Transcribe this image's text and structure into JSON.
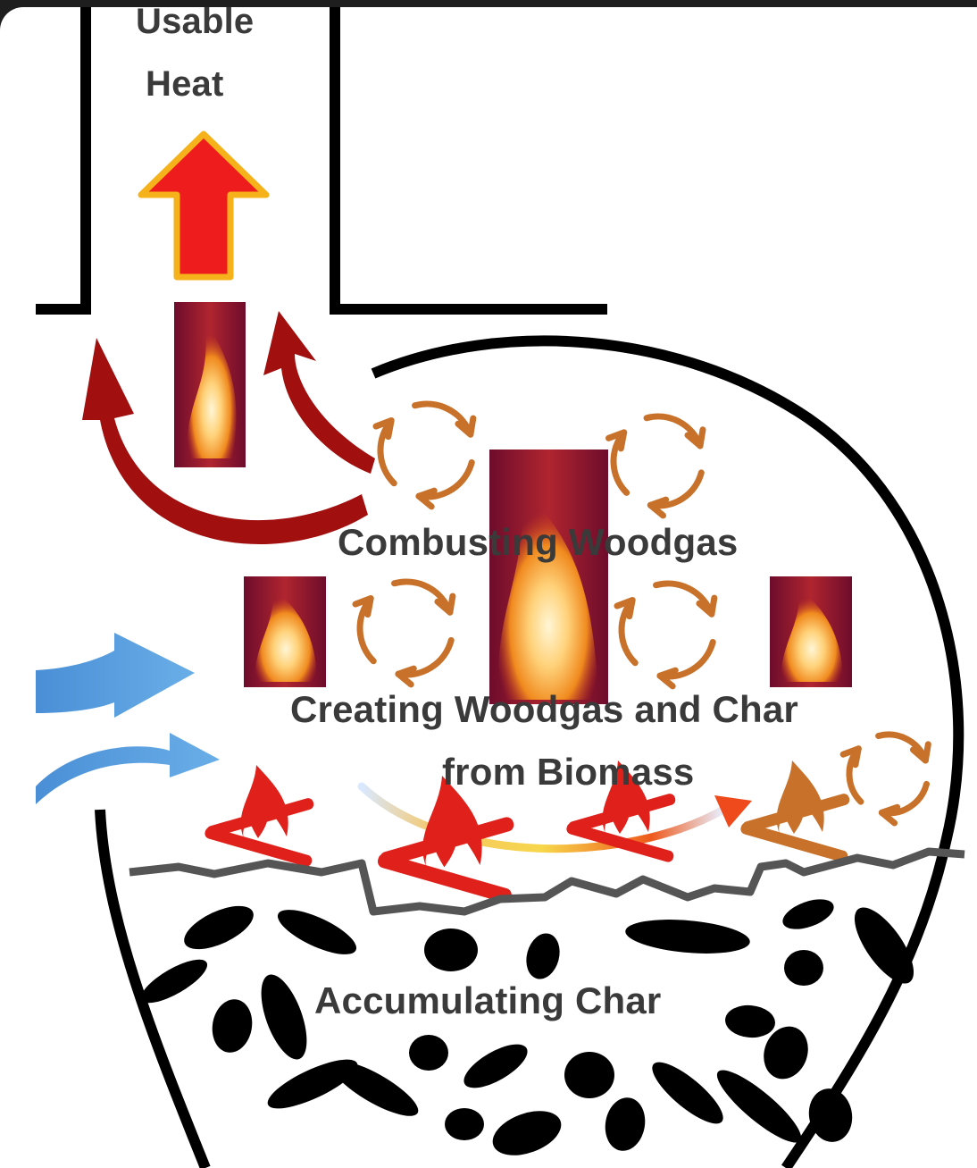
{
  "labels": {
    "usable_heat_line1": "Usable",
    "usable_heat_line2": "Heat",
    "combusting_woodgas": "Combusting Woodgas",
    "creating_line1": "Creating Woodgas and Char",
    "creating_line2": "from Biomass",
    "accumulating_char": "Accumulating Char"
  },
  "colors": {
    "background": "#ffffff",
    "window_frame": "#1e1e1e",
    "outline": "#000000",
    "heat_arrow_fill": "#ee1c1c",
    "heat_arrow_border": "#f5b21a",
    "recirculation_arrow": "#a10f0f",
    "cycle_arrow": "#c8712a",
    "air_arrow": "#5b9bd5",
    "char_line": "#555555",
    "char": "#000000",
    "text": "#3a3a3a"
  }
}
